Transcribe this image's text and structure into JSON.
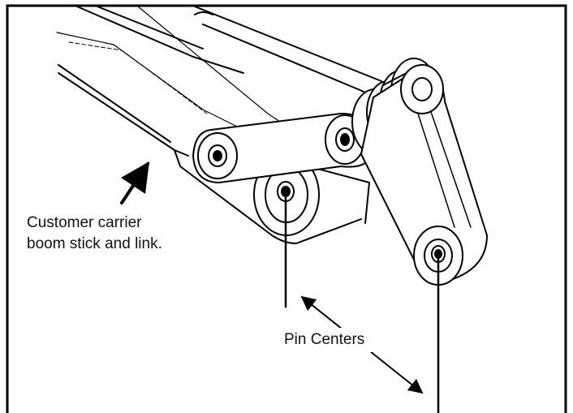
{
  "labels": {
    "customer_line1": "Customer carrier",
    "customer_line2": "boom stick and link.",
    "pin_centers": "Pin Centers"
  }
}
